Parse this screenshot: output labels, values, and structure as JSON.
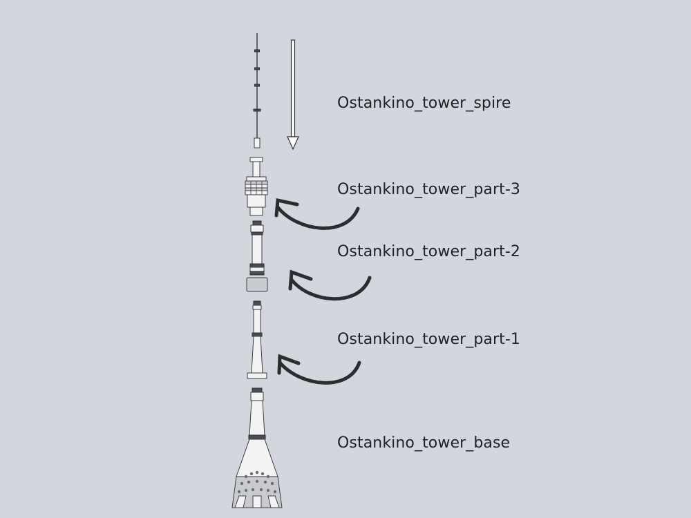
{
  "labels": {
    "spire": "Ostankino_tower_spire",
    "part3": "Ostankino_tower_part-3",
    "part2": "Ostankino_tower_part-2",
    "part1": "Ostankino_tower_part-1",
    "base": "Ostankino_tower_base"
  },
  "colors": {
    "background": "#d3d6dc",
    "text": "#1f2024",
    "stroke": "#3b3d42"
  }
}
